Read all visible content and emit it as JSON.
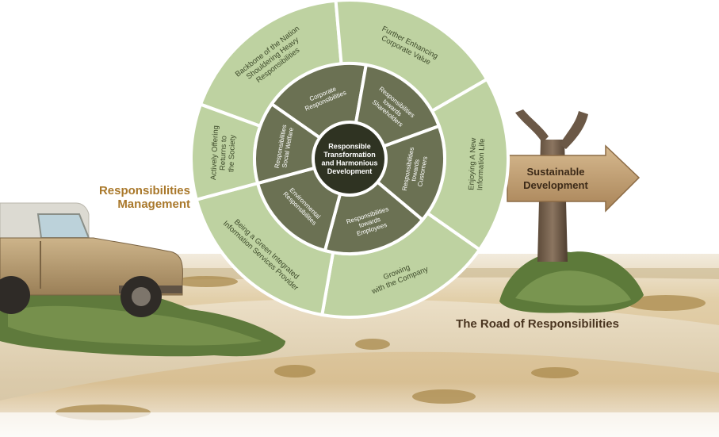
{
  "captions": {
    "responsibilities_management": [
      "Responsibilities",
      "Management"
    ],
    "road": "The Road of Responsibilities",
    "signpost": [
      "Sustainable",
      "Development"
    ]
  },
  "wheel": {
    "center": [
      "Responsible",
      "Transformation",
      "and Harmonious",
      "Development"
    ],
    "inner_ring": [
      {
        "lines": [
          "Corporate",
          "Responsibilities"
        ]
      },
      {
        "lines": [
          "Responsibilities",
          "towards",
          "Shareholders"
        ]
      },
      {
        "lines": [
          "Responsibilities",
          "towards",
          "Customers"
        ]
      },
      {
        "lines": [
          "Responsibilities",
          "towards",
          "Employees"
        ]
      },
      {
        "lines": [
          "Environmental",
          "Responsibilities"
        ]
      },
      {
        "lines": [
          "Responsibilities",
          "Social Welfare"
        ]
      }
    ],
    "outer_ring": [
      {
        "lines": [
          "Backbone of the Nation",
          "Shouldering Heavy",
          "Responsibilities"
        ]
      },
      {
        "lines": [
          "Further Enhancing",
          "Corporate Value"
        ]
      },
      {
        "lines": [
          "Enjoying A New",
          "Information Life"
        ]
      },
      {
        "lines": [
          "Growing",
          "with the Company"
        ]
      },
      {
        "lines": [
          "Being a Green Integrated",
          "Information Services Provider"
        ]
      },
      {
        "lines": [
          "Actively Offering",
          "Returns to",
          "the Society"
        ]
      }
    ]
  },
  "colors": {
    "sky": "#ffffff",
    "ground": "#d9c29a",
    "outer_ring": "#bed2a1",
    "inner_ring": "#6b7153",
    "center": "#2f3322",
    "divider": "#ffffff",
    "caption_accent": "#a9782b",
    "caption_dark": "#4a3520",
    "signpost_wood": "#c09a6e"
  }
}
